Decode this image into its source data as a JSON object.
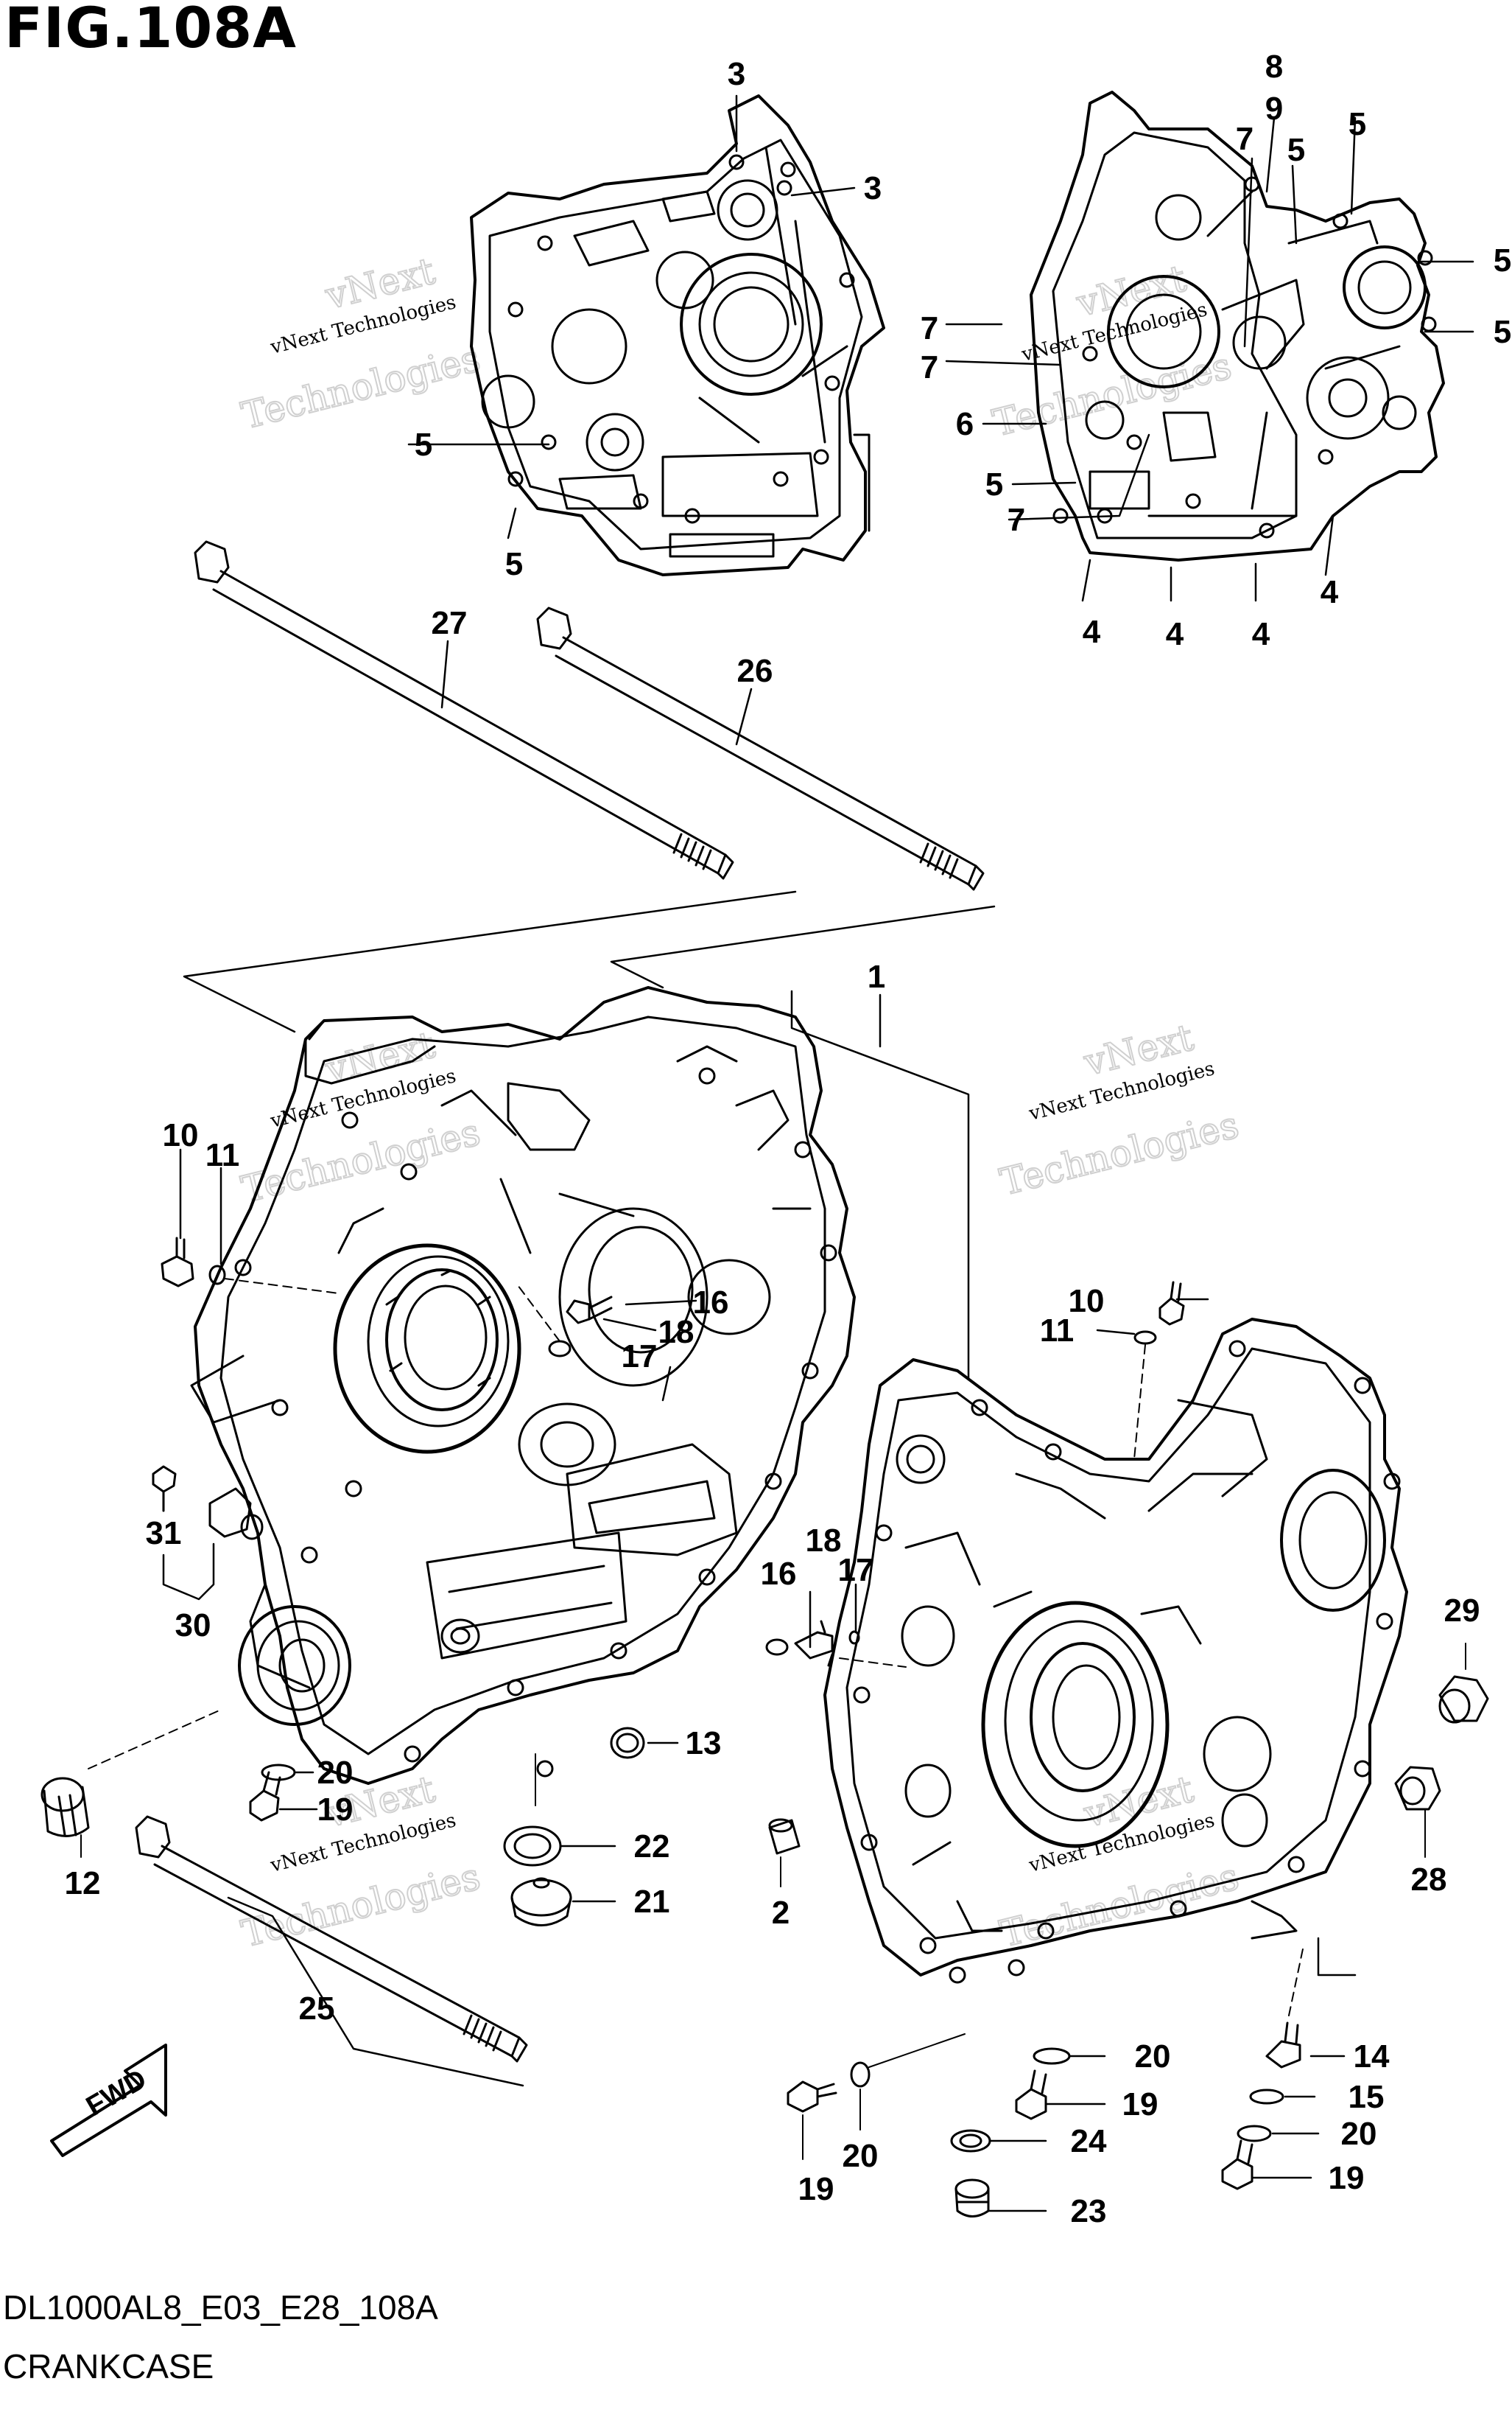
{
  "figure": {
    "title": "FIG.108A",
    "drawing_code": "DL1000AL8_E03_E28_108A",
    "caption": "CRANKCASE",
    "fwd_label": "FWD"
  },
  "watermark": {
    "small": "vNext Technologies",
    "big_1": "vNext",
    "big_2": "Technologies"
  },
  "callouts": [
    {
      "id": "c3a",
      "text": "3"
    },
    {
      "id": "c3b",
      "text": "3"
    },
    {
      "id": "c5a",
      "text": "5"
    },
    {
      "id": "c5b",
      "text": "5"
    },
    {
      "id": "c8",
      "text": "8"
    },
    {
      "id": "c9",
      "text": "9"
    },
    {
      "id": "c7a",
      "text": "7"
    },
    {
      "id": "c5c",
      "text": "5"
    },
    {
      "id": "c5d",
      "text": "5"
    },
    {
      "id": "c5e",
      "text": "5"
    },
    {
      "id": "c5f",
      "text": "5"
    },
    {
      "id": "c7b",
      "text": "7"
    },
    {
      "id": "c7c",
      "text": "7"
    },
    {
      "id": "c6",
      "text": "6"
    },
    {
      "id": "c5g",
      "text": "5"
    },
    {
      "id": "c7d",
      "text": "7"
    },
    {
      "id": "c4a",
      "text": "4"
    },
    {
      "id": "c4b",
      "text": "4"
    },
    {
      "id": "c4c",
      "text": "4"
    },
    {
      "id": "c4d",
      "text": "4"
    },
    {
      "id": "c27",
      "text": "27"
    },
    {
      "id": "c26",
      "text": "26"
    },
    {
      "id": "c1",
      "text": "1"
    },
    {
      "id": "c10a",
      "text": "10"
    },
    {
      "id": "c11a",
      "text": "11"
    },
    {
      "id": "c16a",
      "text": "16"
    },
    {
      "id": "c18a",
      "text": "18"
    },
    {
      "id": "c17a",
      "text": "17"
    },
    {
      "id": "c10b",
      "text": "10"
    },
    {
      "id": "c11b",
      "text": "11"
    },
    {
      "id": "c31",
      "text": "31"
    },
    {
      "id": "c30",
      "text": "30"
    },
    {
      "id": "c18b",
      "text": "18"
    },
    {
      "id": "c16b",
      "text": "16"
    },
    {
      "id": "c17b",
      "text": "17"
    },
    {
      "id": "c29",
      "text": "29"
    },
    {
      "id": "c13",
      "text": "13"
    },
    {
      "id": "c20a",
      "text": "20"
    },
    {
      "id": "c19a",
      "text": "19"
    },
    {
      "id": "c12",
      "text": "12"
    },
    {
      "id": "c22",
      "text": "22"
    },
    {
      "id": "c21",
      "text": "21"
    },
    {
      "id": "c2",
      "text": "2"
    },
    {
      "id": "c28",
      "text": "28"
    },
    {
      "id": "c25",
      "text": "25"
    },
    {
      "id": "c14",
      "text": "14"
    },
    {
      "id": "c20b",
      "text": "20"
    },
    {
      "id": "c19b",
      "text": "19"
    },
    {
      "id": "c15",
      "text": "15"
    },
    {
      "id": "c24",
      "text": "24"
    },
    {
      "id": "c20c",
      "text": "20"
    },
    {
      "id": "c19c",
      "text": "19"
    },
    {
      "id": "c20d",
      "text": "20"
    },
    {
      "id": "c19d",
      "text": "19"
    },
    {
      "id": "c23",
      "text": "23"
    }
  ]
}
